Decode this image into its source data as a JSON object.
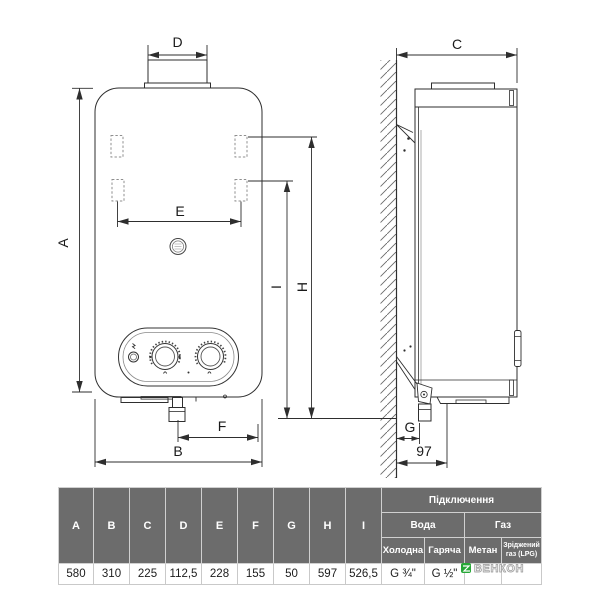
{
  "drawing": {
    "labels": {
      "a": "A",
      "b": "B",
      "c": "C",
      "d": "D",
      "e": "E",
      "f": "F",
      "g": "G",
      "h": "H",
      "i": "I",
      "wall_offset": "97"
    }
  },
  "table": {
    "connections_header": "Підключення",
    "water_header": "Вода",
    "gas_header": "Газ",
    "dim_headers": [
      "A",
      "B",
      "C",
      "D",
      "E",
      "F",
      "G",
      "H",
      "I"
    ],
    "sub_headers": [
      "Холодна",
      "Гаряча",
      "Метан",
      "Зріджений газ (LPG)"
    ],
    "values": [
      "580",
      "310",
      "225",
      "112,5",
      "228",
      "155",
      "50",
      "597",
      "526,5",
      "G ¾\"",
      "G ½\"",
      "",
      ""
    ],
    "colors": {
      "header_bg": "#6c6c6c",
      "header_text": "#ffffff",
      "border": "#d0d0d0"
    }
  },
  "watermark": {
    "text": "ВЕНКОН",
    "logo_color": "#27a737"
  }
}
